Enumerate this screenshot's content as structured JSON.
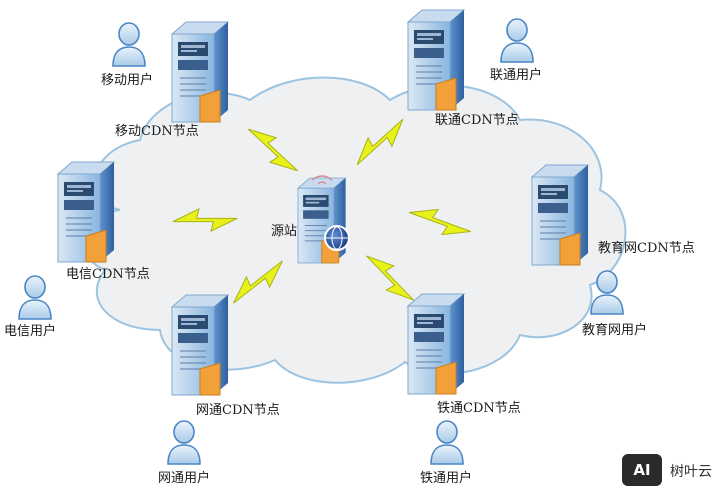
{
  "labels": {
    "mobile_user": "移动用户",
    "mobile_node": "移动CDN节点",
    "unicom_user": "联通用户",
    "unicom_node": "联通CDN节点",
    "telecom_node": "电信CDN节点",
    "telecom_user": "电信用户",
    "source": "源站",
    "edu_node": "教育网CDN节点",
    "edu_user": "教育网用户",
    "netcom_node": "网通CDN节点",
    "netcom_user": "网通用户",
    "railcom_node": "铁通CDN节点",
    "railcom_user": "铁通用户"
  },
  "watermark": {
    "badge": "AI",
    "text": "树叶云"
  },
  "colors": {
    "cloud_fill": "#eef0f2",
    "cloud_stroke": "#9cc3e0",
    "server_front": "#7fb0de",
    "server_side": "#3f72b3",
    "server_face_panel": "#d9e6f3",
    "accent_orange": "#f2a13a",
    "bolt_fill": "#e8f21a",
    "user_fill": "#bcd6ee",
    "user_stroke": "#4a86c5"
  }
}
